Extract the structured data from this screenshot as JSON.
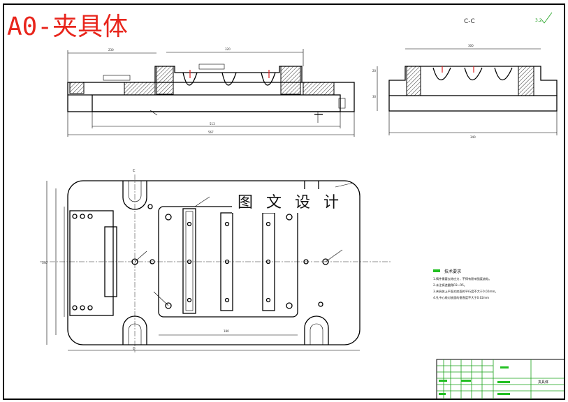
{
  "drawing": {
    "title": "A0-夹具体",
    "section_label": "C-C",
    "roughness_mark": "3.2",
    "watermark": "图 文 设 计",
    "cut_label_top": "C",
    "cut_label_bottom": "C",
    "tech_notes": {
      "heading": "技术要求",
      "lines": [
        "1.铸件需要去除应力，不得有影响强度缺陷。",
        "2.未注铸造圆角R3~R5。",
        "3.夹具体上平面对底面的平行度不大于0.02mm。",
        "4.孔中心线对底面的垂直度不大于0.02mm"
      ]
    },
    "title_block": {
      "name_cell": "夹具体"
    }
  }
}
